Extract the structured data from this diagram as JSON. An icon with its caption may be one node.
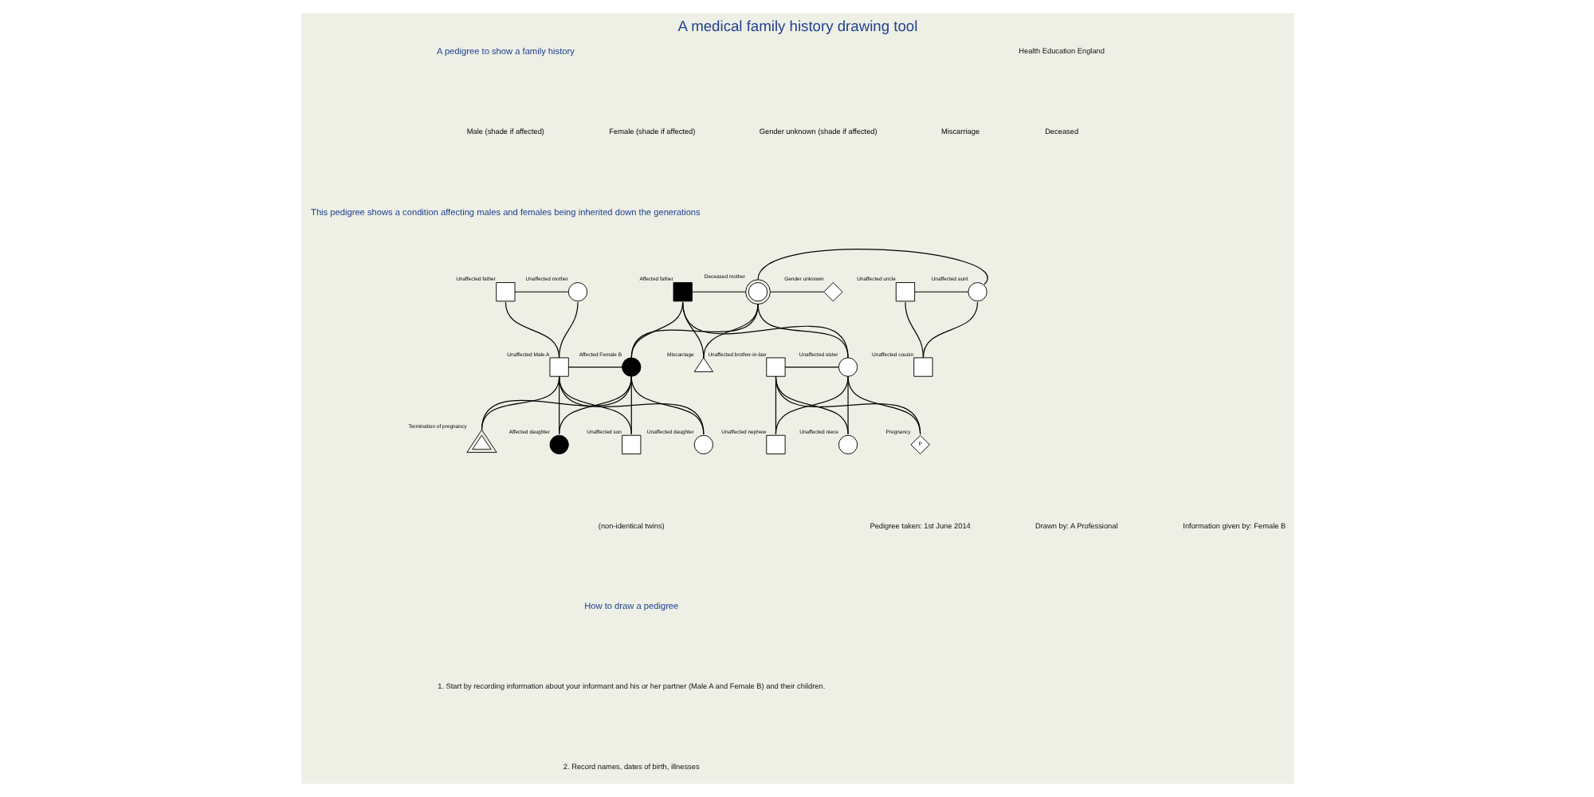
{
  "diagram": {
    "title": "A medical family history drawing tool",
    "nodes": [
      {
        "text": [],
        "shape": "box",
        "beside": [
          "Unaffected father"
        ]
      },
      {
        "text": [],
        "shape": "circle",
        "beside": [
          "Unaffected mother"
        ]
      },
      {
        "text": [],
        "shape": "box",
        "beside": [
          "Affected father"
        ]
      },
      {
        "text": [],
        "shape": "circle",
        "beside": [
          "Deceased mother"
        ]
      },
      {
        "text": [],
        "shape": "diamond",
        "beside": [
          "Gender unknown"
        ]
      },
      {
        "text": [],
        "shape": "box",
        "beside": [
          "Unaffected uncle"
        ]
      },
      {
        "text": [],
        "shape": "circle",
        "beside": [
          "Unaffected aunt"
        ]
      },
      {
        "text": [],
        "shape": "box",
        "beside": [
          "Unaffected Male A"
        ]
      },
      {
        "text": [],
        "shape": "circle",
        "beside": [
          "Affected Female B"
        ]
      },
      {
        "text": [],
        "shape": "triangle",
        "beside": [
          "Miscarriage"
        ]
      },
      {
        "text": [],
        "shape": "box",
        "beside": [
          "Unaffected brother-in-law"
        ]
      },
      {
        "text": [],
        "shape": "circle",
        "beside": [
          "Unaffected sister"
        ]
      },
      {
        "text": [],
        "shape": "box",
        "beside": [
          "Unaffected cousin"
        ]
      },
      {
        "text": [],
        "shape": "circle",
        "beside": [
          "Affected daughter"
        ]
      },
      {
        "text": [],
        "shape": "box",
        "beside": [
          "Unaffected son"
        ]
      },
      {
        "text": [],
        "shape": "circle",
        "beside": [
          "Unaffected daughter"
        ]
      },
      {
        "text": [],
        "shape": "triangle",
        "beside": [
          "Termination of pregnancy"
        ]
      },
      {
        "text": [],
        "shape": "box",
        "beside": [
          "Unaffected nephew"
        ]
      },
      {
        "text": [],
        "shape": "circle",
        "beside": [
          "Unaffected niece"
        ]
      },
      {
        "text": [
          "P"
        ],
        "beside": [
          "Pregnancy"
        ]
      }
    ],
    "edges": [
      {
        "from": 0,
        "to": 1,
        "arrow": "none"
      },
      {
        "from": 2,
        "to": 3,
        "arrow": "none"
      },
      {
        "from": 3,
        "to": 4,
        "arrow": "none"
      },
      {
        "from": 3,
        "to": 6,
        "arrow": "none"
      },
      {
        "from": 5,
        "to": 6,
        "arrow": "none"
      },
      {
        "from": 0,
        "to": 7,
        "arrow": "none"
      },
      {
        "from": 1,
        "to": 7,
        "arrow": "none"
      },
      {
        "from": 2,
        "to": 8,
        "arrow": "none"
      },
      {
        "from": 3,
        "to": 8,
        "arrow": "none"
      },
      {
        "from": 2,
        "to": 9,
        "arrow": "none"
      },
      {
        "from": 3,
        "to": 9,
        "arrow": "none"
      },
      {
        "from": 2,
        "to": 11,
        "arrow": "none"
      },
      {
        "from": 3,
        "to": 11,
        "arrow": "none"
      },
      {
        "from": 5,
        "to": 12,
        "arrow": "none"
      },
      {
        "from": 6,
        "to": 12,
        "arrow": "none"
      },
      {
        "from": 7,
        "to": 8,
        "arrow": "none"
      },
      {
        "from": 10,
        "to": 11,
        "arrow": "none"
      },
      {
        "from": 7,
        "to": 13,
        "arrow": "none"
      },
      {
        "from": 8,
        "to": 13,
        "arrow": "none"
      },
      {
        "from": 7,
        "to": 14,
        "arrow": "none"
      },
      {
        "from": 8,
        "to": 14,
        "arrow": "none"
      },
      {
        "from": 7,
        "to": 15,
        "arrow": "none"
      },
      {
        "from": 8,
        "to": 15,
        "arrow": "none"
      },
      {
        "from": 7,
        "to": 16,
        "arrow": "none"
      },
      {
        "from": 8,
        "to": 16,
        "arrow": "none"
      },
      {
        "from": 10,
        "to": 17,
        "arrow": "none"
      },
      {
        "from": 11,
        "to": 17,
        "arrow": "none"
      },
      {
        "from": 10,
        "to": 18,
        "arrow": "none"
      },
      {
        "from": 11,
        "to": 18,
        "arrow": "none"
      },
      {
        "from": 10,
        "to": 19,
        "arrow": "none"
      },
      {
        "from": 11,
        "to": 19,
        "arrow": "none"
      }
    ],
    "labels": [
      "A pedigree to show a family history",
      "Health Education England",
      "This pedigree shows a condition affecting males and females being inherited down the generations",
      "(non-identical twins)",
      "Pedigree taken: 1st June 2014",
      "Drawn by: A Professional",
      "Information given by: Female B",
      "How to draw a pedigree",
      "1. Start by recording information about your informant and his or her partner (Male A and Female B) and their children.",
      "2. Record names, dates of birth, illnesses"
    ],
    "legend": [
      {
        "text": "Male (shade if affected)"
      },
      {
        "text": "Female (shade if affected)"
      },
      {
        "text": "Gender unknown (shade if affected)"
      },
      {
        "text": "Miscarriage"
      },
      {
        "text": "Deceased"
      }
    ]
  }
}
